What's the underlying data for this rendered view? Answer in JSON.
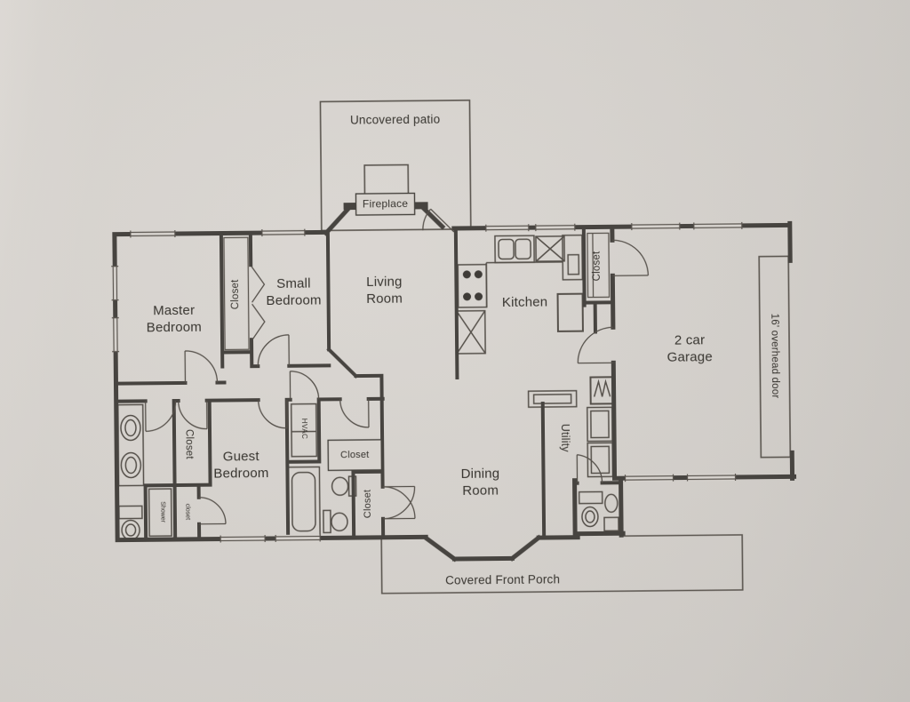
{
  "palette": {
    "paper": "#d7d3ce",
    "wall": "#4a4641",
    "line": "#5a554f",
    "text": "#37342f"
  },
  "labels": {
    "uncovered_patio": "Uncovered patio",
    "fireplace": "Fireplace",
    "living_room": "Living Room",
    "kitchen": "Kitchen",
    "master_bedroom": "Master Bedroom",
    "bedroom_closet": "Closet",
    "small_bedroom": "Small Bedroom",
    "garage_closet": "Closet",
    "garage": "2 car Garage",
    "overhead_door": "16' overhead door",
    "guest_bedroom": "Guest Bedroom",
    "walkin_closet": "Closet",
    "shower": "Shower",
    "small_closet": "closet",
    "hvac": "HVAC",
    "bath_closet": "Closet",
    "hall_closet": "Closet",
    "utility": "Utility",
    "dining_room": "Dining Room",
    "covered_front_porch": "Covered Front Porch"
  }
}
